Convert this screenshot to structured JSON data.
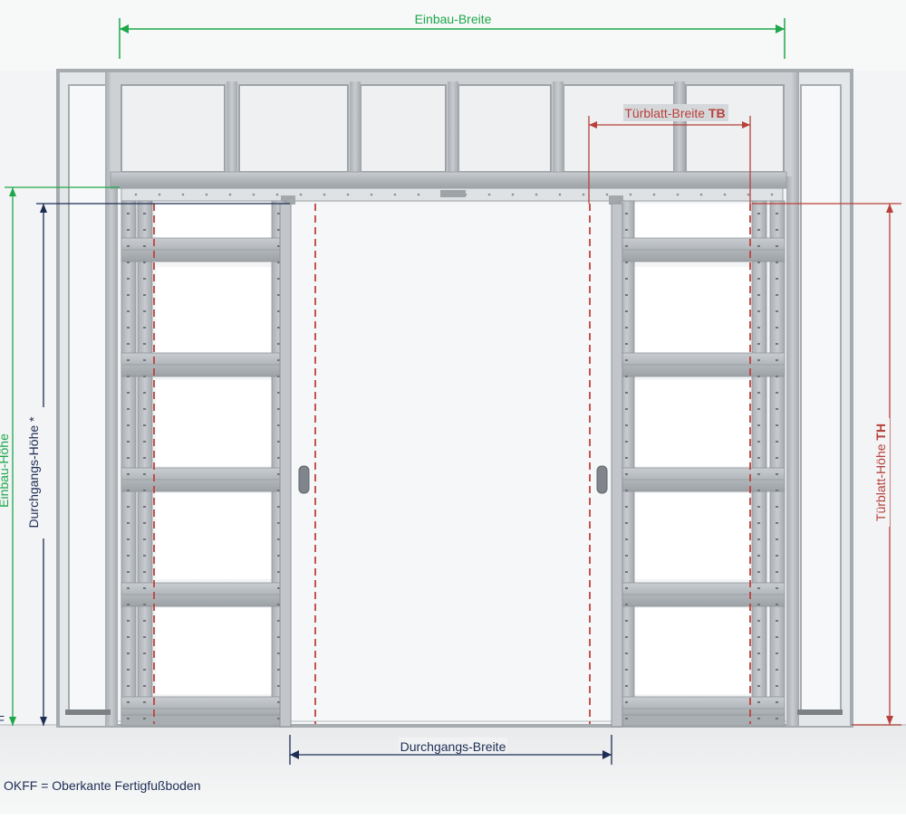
{
  "dimensions": {
    "einbau_breite": "Einbau-Breite",
    "tuerblatt_breite": "Türblatt-Breite",
    "tuerblatt_breite_code": "TB",
    "einbau_hoehe": "Einbau-Höhe",
    "durchgangs_hoehe": "Durchgangs-Höhe *",
    "tuerblatt_hoehe": "Türblatt-Höhe",
    "tuerblatt_hoehe_code": "TH",
    "durchgangs_breite": "Durchgangs-Breite"
  },
  "footnote": {
    "okff_left_cut": "F",
    "okff_legend": "OKFF = Oberkante Fertigfußboden"
  },
  "colors": {
    "green": "#1ea84a",
    "navy": "#1d2d55",
    "red": "#b8403a",
    "frame": "#b7bcc0",
    "frame_dark": "#8f9499",
    "wall": "#eef0f1",
    "floor": "#f4f5f6"
  }
}
